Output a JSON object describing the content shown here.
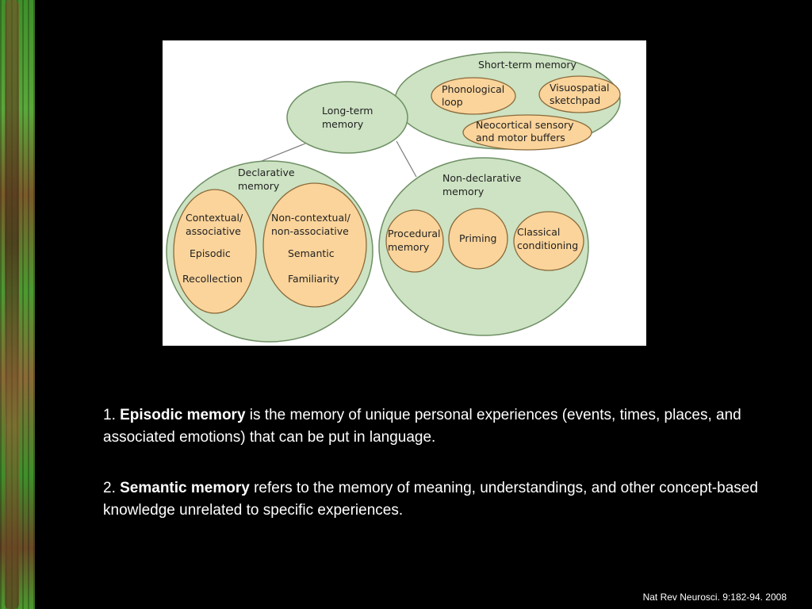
{
  "diagram": {
    "colors": {
      "outer_fill": "#cde3c3",
      "outer_stroke": "#6e8f64",
      "inner_fill": "#fbd49b",
      "inner_stroke": "#8a6a3a",
      "connector": "#7a7a7a"
    },
    "long_term": [
      "Long-term",
      "memory"
    ],
    "short_term": {
      "title": "Short-term memory",
      "phonological": [
        "Phonological",
        "loop"
      ],
      "visuospatial": [
        "Visuospatial",
        "sketchpad"
      ],
      "neocortical": [
        "Neocortical sensory",
        "and motor buffers"
      ]
    },
    "declarative": {
      "title": [
        "Declarative",
        "memory"
      ],
      "contextual": [
        "Contextual/",
        "associative"
      ],
      "episodic": "Episodic",
      "recollection": "Recollection",
      "noncontextual": [
        "Non-contextual/",
        "non-associative"
      ],
      "semantic": "Semantic",
      "familiarity": "Familiarity"
    },
    "nondeclarative": {
      "title": [
        "Non-declarative",
        "memory"
      ],
      "procedural": [
        "Procedural",
        "memory"
      ],
      "priming": "Priming",
      "classical": [
        "Classical",
        "conditioning"
      ]
    }
  },
  "paragraphs": {
    "p1": {
      "prefix": "1. ",
      "term": "Episodic memory",
      "rest": " is the memory of unique personal experiences (events, times, places, and associated emotions) that can be put in language."
    },
    "p2": {
      "prefix": "2. ",
      "term": "Semantic memory",
      "rest": " refers to the memory of meaning, understandings, and other concept-based knowledge unrelated to specific experiences."
    }
  },
  "citation": "Nat Rev Neurosci. 9:182-94. 2008"
}
